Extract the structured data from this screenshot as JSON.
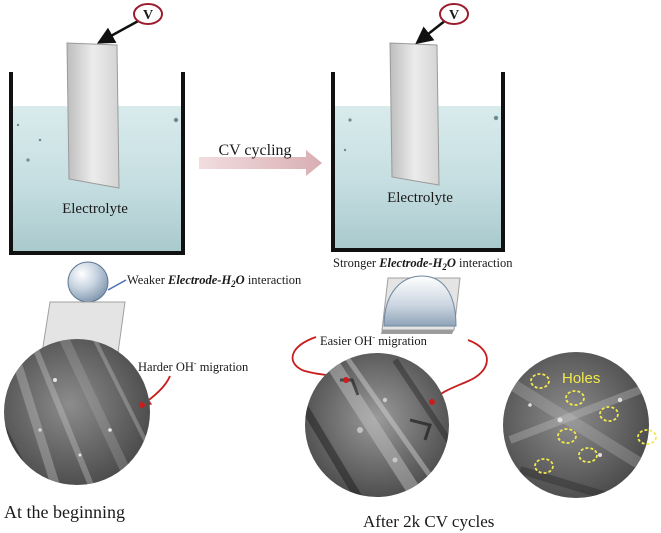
{
  "beaker_left": {
    "voltage_symbol": "V",
    "label": "Electrolyte"
  },
  "beaker_right": {
    "voltage_symbol": "V",
    "label": "Electrolyte"
  },
  "process_arrow": {
    "label": "CV cycling"
  },
  "left_panel": {
    "interaction": {
      "prefix": "Weaker ",
      "em_main": "Electrode-H",
      "em_sub": "2",
      "em_tail": "O",
      "suffix": " interaction"
    },
    "migration": {
      "prefix": "Harder OH",
      "sup": "-",
      "suffix": " migration"
    },
    "caption": "At the beginning"
  },
  "right_panel": {
    "interaction": {
      "prefix": "Stronger ",
      "em_main": "Electrode-H",
      "em_sub": "2",
      "em_tail": "O",
      "suffix": " interaction"
    },
    "migration": {
      "prefix": "Easier OH",
      "sup": "-",
      "suffix": " migration"
    },
    "holes_label": "Holes",
    "caption": "After 2k CV cycles"
  },
  "colors": {
    "electrolyte": "#cfe4e6",
    "beaker_wall": "#111111",
    "arrow_fill": "#e7c9cb",
    "migration_arrow": "#c81e1e",
    "voltage_ring": "#9b1c2e",
    "holes_marker": "#f2e94e"
  }
}
